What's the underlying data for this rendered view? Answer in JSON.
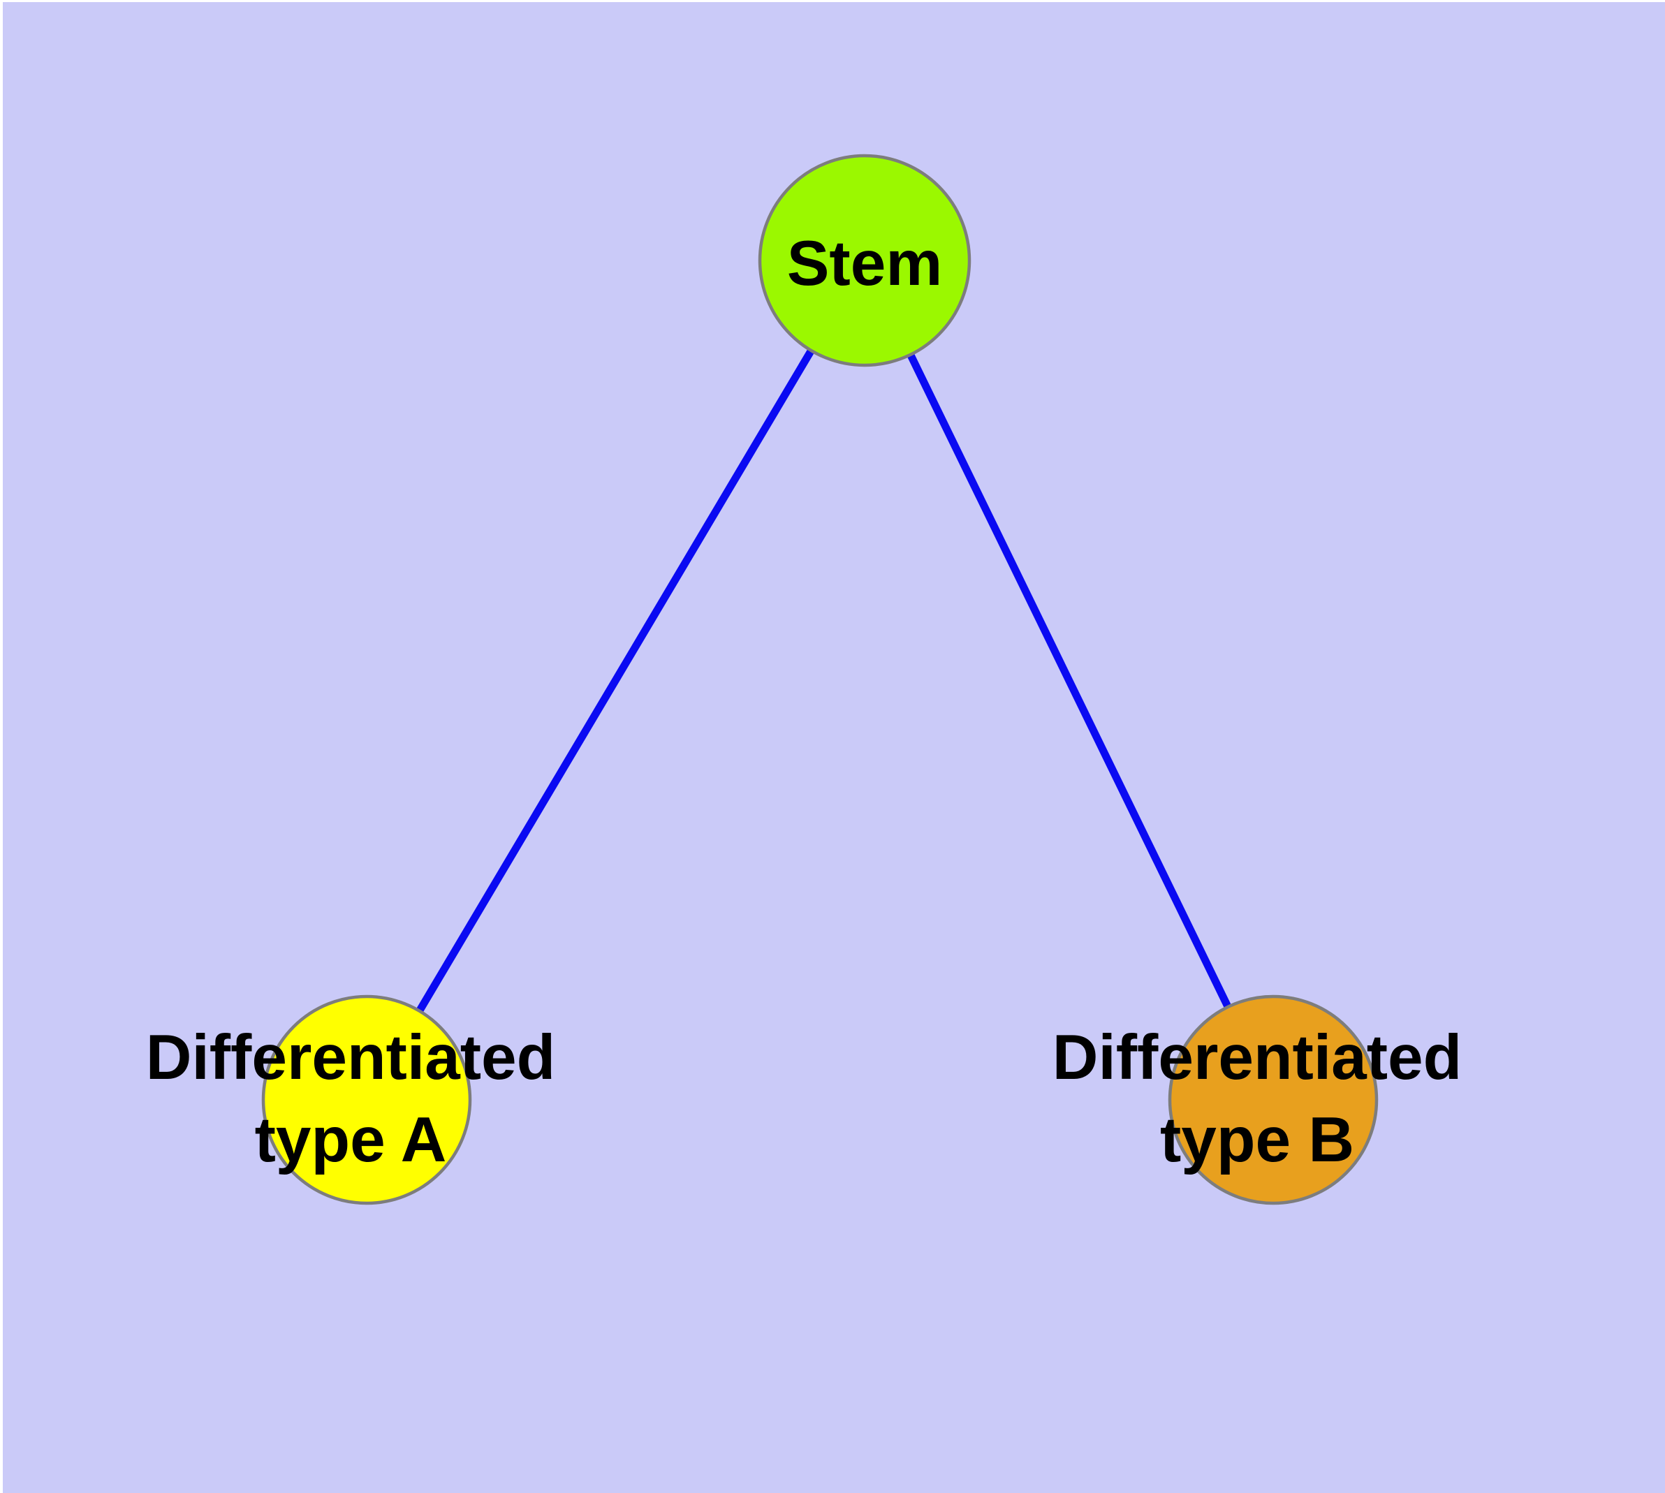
{
  "colors": {
    "page_margin": "#ffffff",
    "canvas_background": "#cacaf8",
    "edge": "#0a0af2",
    "node_border": "#7d7d7d",
    "label_text": "#000000"
  },
  "graph": {
    "nodes": [
      {
        "id": "stem",
        "lines": [
          "Stem"
        ],
        "fill": "#9bf800"
      },
      {
        "id": "differentiated-type-a",
        "lines": [
          "Differentiated",
          "type A"
        ],
        "fill": "#ffff00"
      },
      {
        "id": "differentiated-type-b",
        "lines": [
          "Differentiated",
          "type B"
        ],
        "fill": "#e8a01e"
      }
    ],
    "edges": [
      {
        "from": "Stem",
        "to": "Differentiated type A"
      },
      {
        "from": "Stem",
        "to": "Differentiated type B"
      }
    ]
  }
}
